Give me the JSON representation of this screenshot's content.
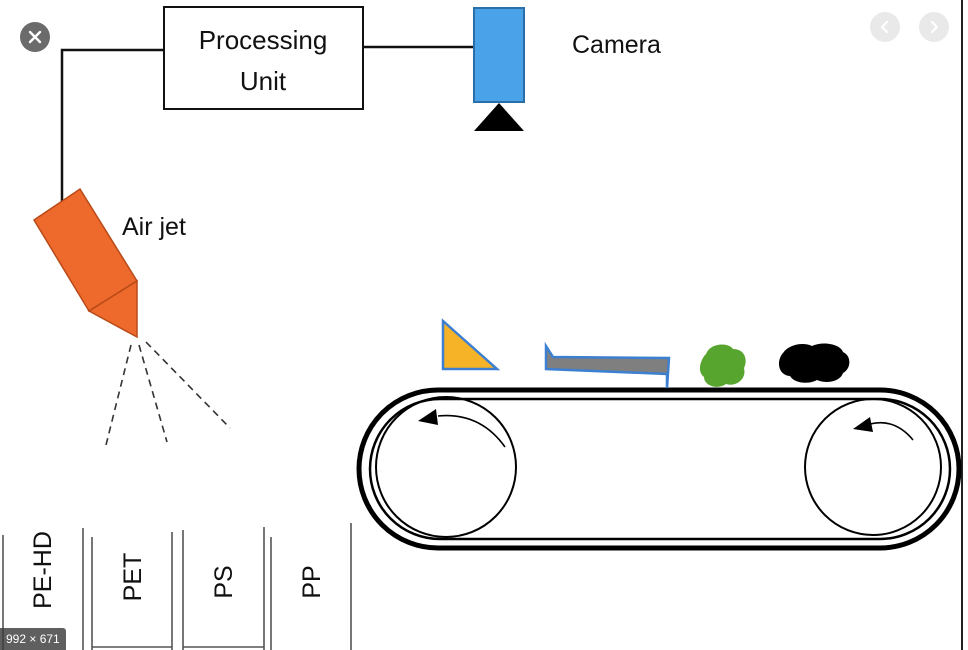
{
  "diagram": {
    "processing_unit": {
      "line1": "Processing",
      "line2": "Unit"
    },
    "camera_label": "Camera",
    "air_jet_label": "Air jet",
    "bins": [
      "PE-HD",
      "PET",
      "PS",
      "PP"
    ]
  },
  "colors": {
    "camera_body": "#4aa3e8",
    "air_jet": "#ee6a2c",
    "triangle_item": "#f7b327",
    "strip_item": "#7f7f7f",
    "strip_outline": "#3d7fd0",
    "green_item": "#57a52f",
    "black_item": "#000000"
  },
  "viewer": {
    "close_icon": "close-icon",
    "prev_icon": "chevron-left-icon",
    "next_icon": "chevron-right-icon",
    "image_size": "992 × 671"
  }
}
